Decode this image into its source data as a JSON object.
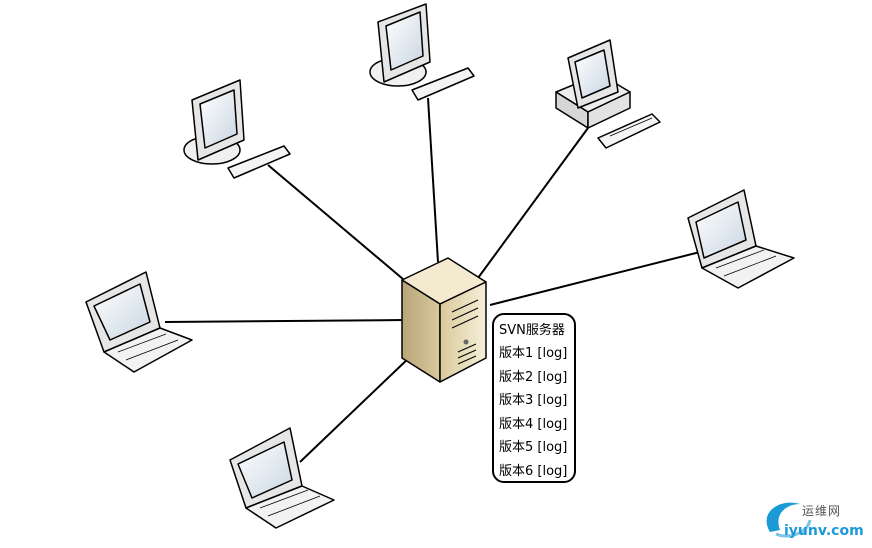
{
  "server": {
    "box_title": "SVN服务器",
    "versions": [
      "版本1 [log]",
      "版本2 [log]",
      "版本3 [log]",
      "版本4 [log]",
      "版本5 [log]",
      "版本6 [log]"
    ]
  },
  "clients": [
    {
      "id": "desktop-top-left",
      "type": "monitor"
    },
    {
      "id": "desktop-top",
      "type": "monitor"
    },
    {
      "id": "desktop-top-right",
      "type": "tower-pc"
    },
    {
      "id": "laptop-right",
      "type": "laptop"
    },
    {
      "id": "laptop-left",
      "type": "laptop"
    },
    {
      "id": "laptop-bottom-left",
      "type": "laptop"
    }
  ],
  "watermark": {
    "line1": "运维网",
    "line2": "iyunv.com"
  },
  "colors": {
    "server_body": "#e8dcb8",
    "screen": "#dfe8f0",
    "line": "#000000",
    "watermark_blue": "#1a9ad6"
  }
}
